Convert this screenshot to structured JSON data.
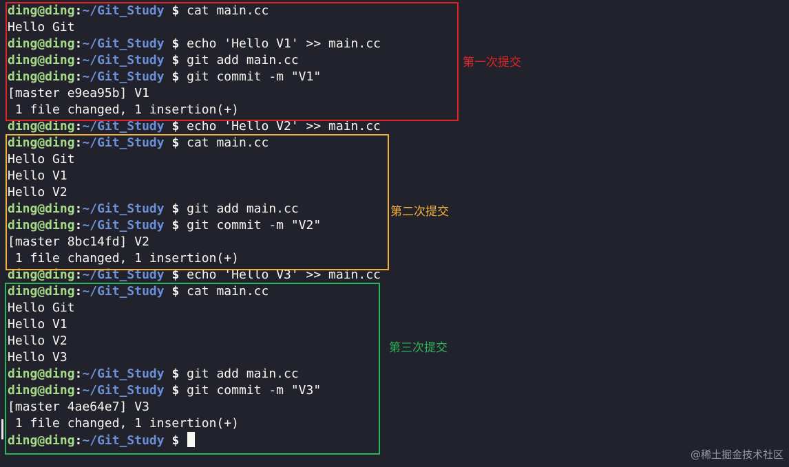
{
  "terminal": {
    "prompt": {
      "user_host": "ding@ding",
      "colon": ":",
      "path": "~/Git_Study",
      "dollar": " $ "
    },
    "lines": [
      {
        "type": "cmd",
        "text": "cat main.cc"
      },
      {
        "type": "out",
        "text": "Hello Git"
      },
      {
        "type": "cmd",
        "text": "echo 'Hello V1' >> main.cc"
      },
      {
        "type": "cmd",
        "text": "git add main.cc"
      },
      {
        "type": "cmd",
        "text": "git commit -m \"V1\""
      },
      {
        "type": "out",
        "text": "[master e9ea95b] V1"
      },
      {
        "type": "out",
        "text": " 1 file changed, 1 insertion(+)"
      },
      {
        "type": "cmd",
        "text": "echo 'Hello V2' >> main.cc"
      },
      {
        "type": "cmd",
        "text": "cat main.cc"
      },
      {
        "type": "out",
        "text": "Hello Git"
      },
      {
        "type": "out",
        "text": "Hello V1"
      },
      {
        "type": "out",
        "text": "Hello V2"
      },
      {
        "type": "cmd",
        "text": "git add main.cc"
      },
      {
        "type": "cmd",
        "text": "git commit -m \"V2\""
      },
      {
        "type": "out",
        "text": "[master 8bc14fd] V2"
      },
      {
        "type": "out",
        "text": " 1 file changed, 1 insertion(+)"
      },
      {
        "type": "cmd",
        "text": "echo 'Hello V3' >> main.cc"
      },
      {
        "type": "cmd",
        "text": "cat main.cc"
      },
      {
        "type": "out",
        "text": "Hello Git"
      },
      {
        "type": "out",
        "text": "Hello V1"
      },
      {
        "type": "out",
        "text": "Hello V2"
      },
      {
        "type": "out",
        "text": "Hello V3"
      },
      {
        "type": "cmd",
        "text": "git add main.cc"
      },
      {
        "type": "cmd",
        "text": "git commit -m \"V3\""
      },
      {
        "type": "out",
        "text": "[master 4ae64e7] V3"
      },
      {
        "type": "out",
        "text": " 1 file changed, 1 insertion(+)"
      },
      {
        "type": "cmd",
        "text": "",
        "cursor": true
      }
    ]
  },
  "annotations": [
    {
      "label": "第一次提交",
      "color": "#e02424"
    },
    {
      "label": "第二次提交",
      "color": "#f2b33d"
    },
    {
      "label": "第三次提交",
      "color": "#2db55d"
    }
  ],
  "watermark": "@稀土掘金技术社区"
}
